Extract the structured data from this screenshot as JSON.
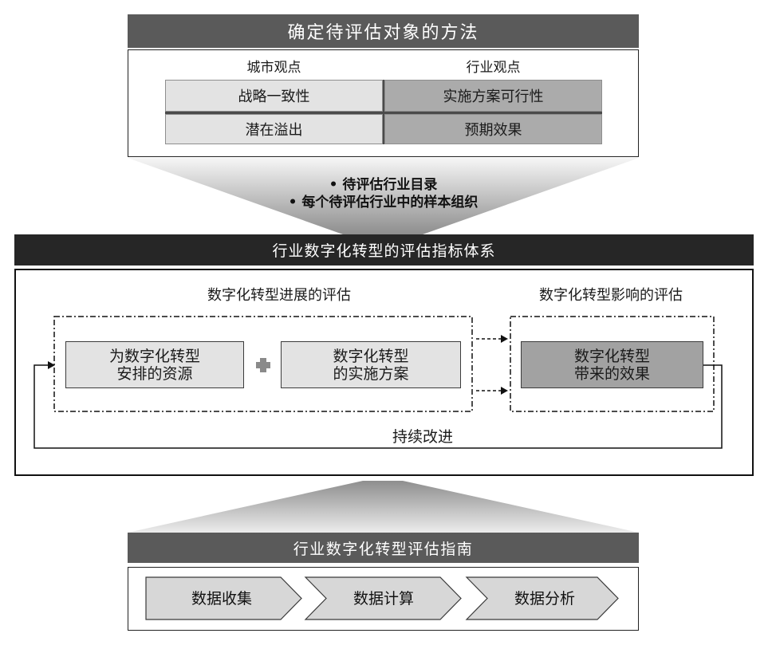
{
  "colors": {
    "header_bar": "#5a5a5a",
    "framework_bar": "#262626",
    "light_cell": "#e3e3e3",
    "dark_cell": "#ababab",
    "effect_box": "#a2a2a2",
    "step_fill": "#d7d7d7",
    "plus": "#8a8a8a"
  },
  "selection": {
    "title": "确定待评估对象的方法",
    "columns": [
      "城市观点",
      "行业观点"
    ],
    "rows": [
      [
        "战略一致性",
        "实施方案可行性"
      ],
      [
        "潜在溢出",
        "预期效果"
      ]
    ]
  },
  "outputs": {
    "bullets": [
      "• 待评估行业目录",
      "• 每个待评估行业中的样本组织"
    ]
  },
  "framework": {
    "title": "行业数字化转型的评估指标体系",
    "progress_heading": "数字化转型进展的评估",
    "impact_heading": "数字化转型影响的评估",
    "resources_box": [
      "为数字化转型",
      "安排的资源"
    ],
    "plan_box": [
      "数字化转型",
      "的实施方案"
    ],
    "effect_box": [
      "数字化转型",
      "带来的效果"
    ],
    "combine_icon": "plus-icon",
    "loop_label": "持续改进"
  },
  "guide": {
    "title": "行业数字化转型评估指南",
    "steps": [
      "数据收集",
      "数据计算",
      "数据分析"
    ]
  }
}
